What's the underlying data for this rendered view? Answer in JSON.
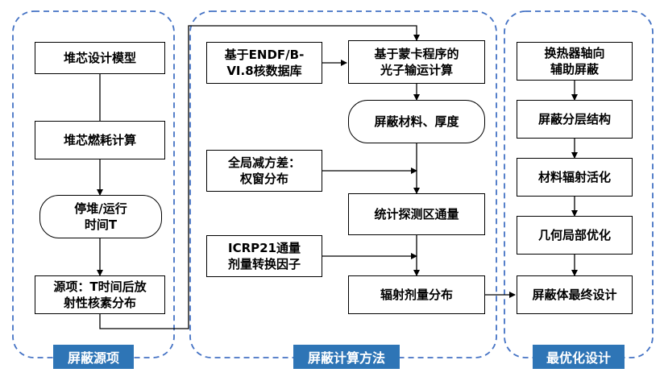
{
  "panels": {
    "source": "屏蔽源项",
    "method": "屏蔽计算方法",
    "optimize": "最优化设计"
  },
  "source_steps": {
    "core_model": "堆芯设计模型",
    "burnup": "堆芯燃耗计算",
    "shutdown": "停堆/运行\n时间T",
    "source_term": "源项：T时间后放\n射性核素分布"
  },
  "method_steps": {
    "endf": "基于ENDF/B-\nVI.8核数据库",
    "monte_carlo": "基于蒙卡程序的\n光子输运计算",
    "material": "屏蔽材料、厚度",
    "variance": "全局减方差：\n权窗分布",
    "flux": "统计探测区通量",
    "icrp": "ICRP21通量\n剂量转换因子",
    "dose": "辐射剂量分布"
  },
  "optimize_steps": {
    "exchanger": "换热器轴向\n辅助屏蔽",
    "layers": "屏蔽分层结构",
    "activation": "材料辐射活化",
    "geometry": "几何局部优化",
    "final": "屏蔽体最终设计"
  },
  "colors": {
    "frame": "#4472C4",
    "tag": "#2E75B6",
    "line": "#000000"
  }
}
